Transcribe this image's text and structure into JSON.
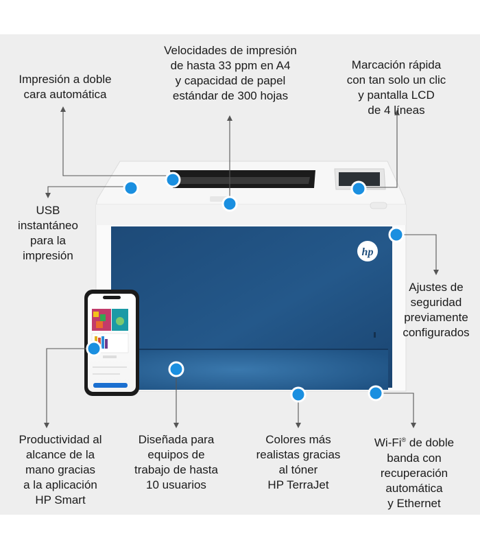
{
  "brand": {
    "logo_text": "hp",
    "accent_color": "#1a8fe0",
    "front_panel_color": "#1f4e7c"
  },
  "features": {
    "duplex": [
      "Impresión a doble",
      "cara automática"
    ],
    "speed": [
      "Velocidades de impresión",
      "de hasta 33 ppm en A4",
      "y capacidad de papel",
      "estándar de 300 hojas"
    ],
    "quick_dial": [
      "Marcación rápida",
      "con tan solo un clic",
      "y pantalla LCD",
      "de 4 líneas"
    ],
    "usb": [
      "USB",
      "instantáneo",
      "para la",
      "impresión"
    ],
    "security": [
      "Ajustes de",
      "seguridad",
      "previamente",
      "configurados"
    ],
    "mobile": [
      "Productividad al",
      "alcance de la",
      "mano gracias",
      "a la aplicación",
      "HP Smart"
    ],
    "teams": [
      "Diseñada para",
      "equipos de",
      "trabajo de hasta",
      "10 usuarios"
    ],
    "colors": [
      "Colores más",
      "realistas gracias",
      "al tóner",
      "HP TerraJet"
    ],
    "wifi": {
      "line1_prefix": "Wi-Fi",
      "line1_sup": "®",
      "line1_suffix": " de doble",
      "lines": [
        "banda con",
        "recuperación",
        "automática",
        "y Ethernet"
      ]
    }
  }
}
